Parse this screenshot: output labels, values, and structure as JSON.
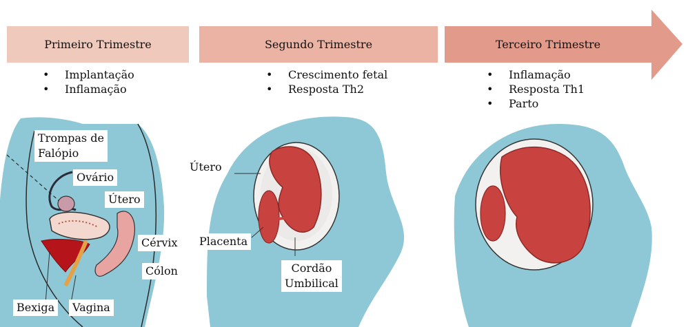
{
  "stages": [
    {
      "title": "Primeiro Trimestre",
      "bullets": [
        "Implantação",
        "Inflamação"
      ]
    },
    {
      "title": "Segundo Trimestre",
      "bullets": [
        "Crescimento fetal",
        "Resposta Th2"
      ]
    },
    {
      "title": "Terceiro Trimestre",
      "bullets": [
        "Inflamação",
        "Resposta Th1",
        "Parto"
      ]
    }
  ],
  "labels": {
    "trompas_line1": "Trompas de",
    "trompas_line2": "Falópio",
    "ovario": "Ovário",
    "utero1": "Útero",
    "cervix": "Cérvix",
    "colon": "Cólon",
    "bexiga": "Bexiga",
    "vagina": "Vagina",
    "utero2": "Útero",
    "placenta": "Placenta",
    "cordao_line1": "Cordão",
    "cordao_line2": "Umbilical"
  },
  "colors": {
    "bar1": "#f0c9bd",
    "bar2": "#eab3a4",
    "bar3": "#e29a8b",
    "body": "#8ec8d6",
    "uterus": "#f3d8cf",
    "fetus": "#c8423f"
  }
}
